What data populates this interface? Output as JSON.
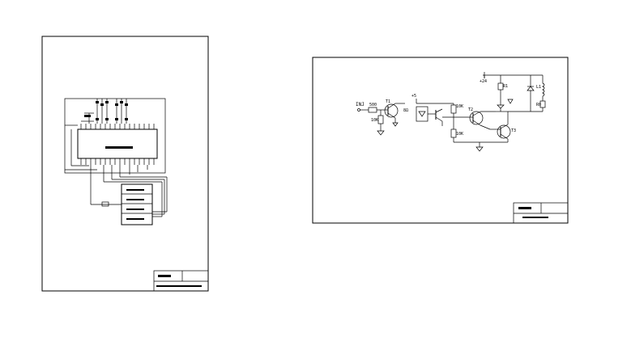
{
  "sheet_left": {
    "title_block": {
      "name_cell": "",
      "number_cell": ""
    }
  },
  "sheet_right": {
    "labels": {
      "input": "INJ",
      "r_input": "500",
      "r_base_pulldown": "10K",
      "t1": "T1",
      "t2": "T2",
      "t3": "T3",
      "supply_5": "+5",
      "supply_24": "+24",
      "r_mid_top": "10K",
      "r_mid_bottom": "10K",
      "r_small": "R1",
      "inductor": "L1",
      "r_right": "R0",
      "opto": "8Ω"
    },
    "title_block": {
      "name_cell": "",
      "number_cell": ""
    }
  }
}
